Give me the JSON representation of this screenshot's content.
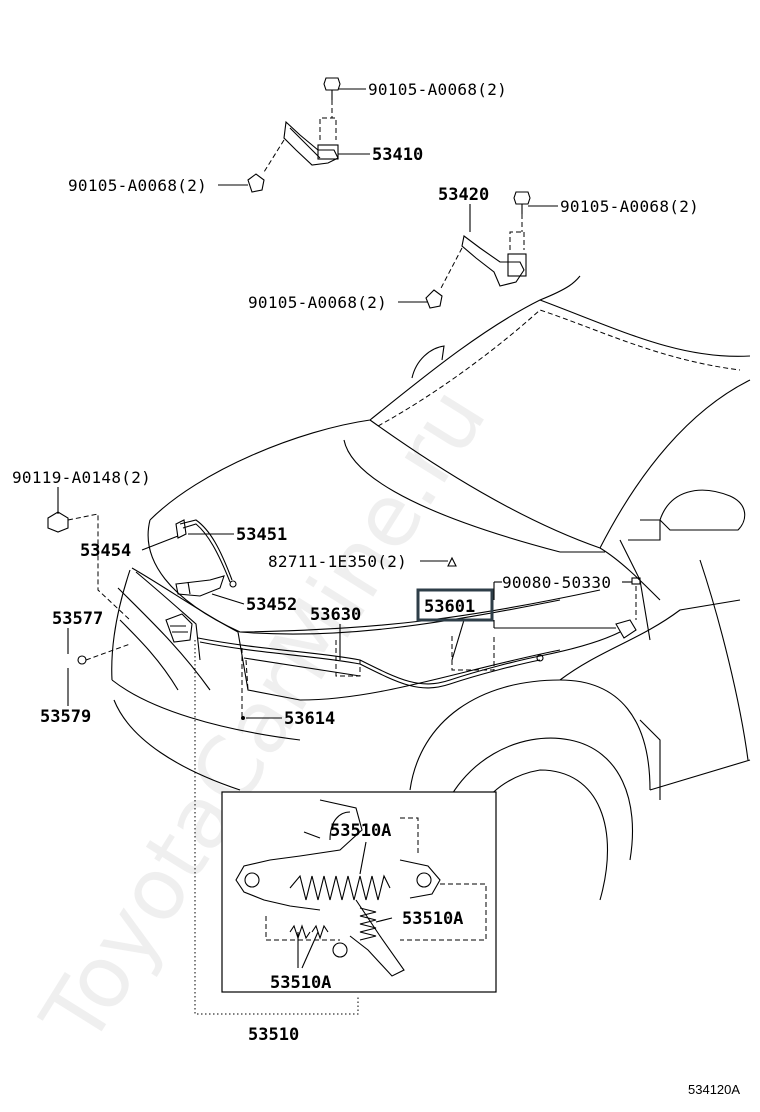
{
  "watermark": "ToyotaCarMine.ru",
  "reference_code": "534120A",
  "highlighted_part": "53601",
  "labels": {
    "bolt_top": "90105-A0068(2)",
    "hinge_lh": "53410",
    "bolt_lh_left": "90105-A0068(2)",
    "hinge_rh": "53420",
    "bolt_rh_right": "90105-A0068(2)",
    "bolt_rh_left": "90105-A0068(2)",
    "bolt_front": "90119-A0148(2)",
    "support_rod": "53451",
    "rod_end": "53454",
    "clip": "82711-1E350(2)",
    "bolt_cable": "90080-50330",
    "release_cable": "53601",
    "rod_holder": "53452",
    "cable_front": "53630",
    "cushion": "53577",
    "bumper_stop": "53579",
    "lock_bracket": "53614",
    "lock_part_1": "53510A",
    "lock_part_2": "53510A",
    "lock_part_3": "53510A",
    "lock_assy": "53510"
  }
}
